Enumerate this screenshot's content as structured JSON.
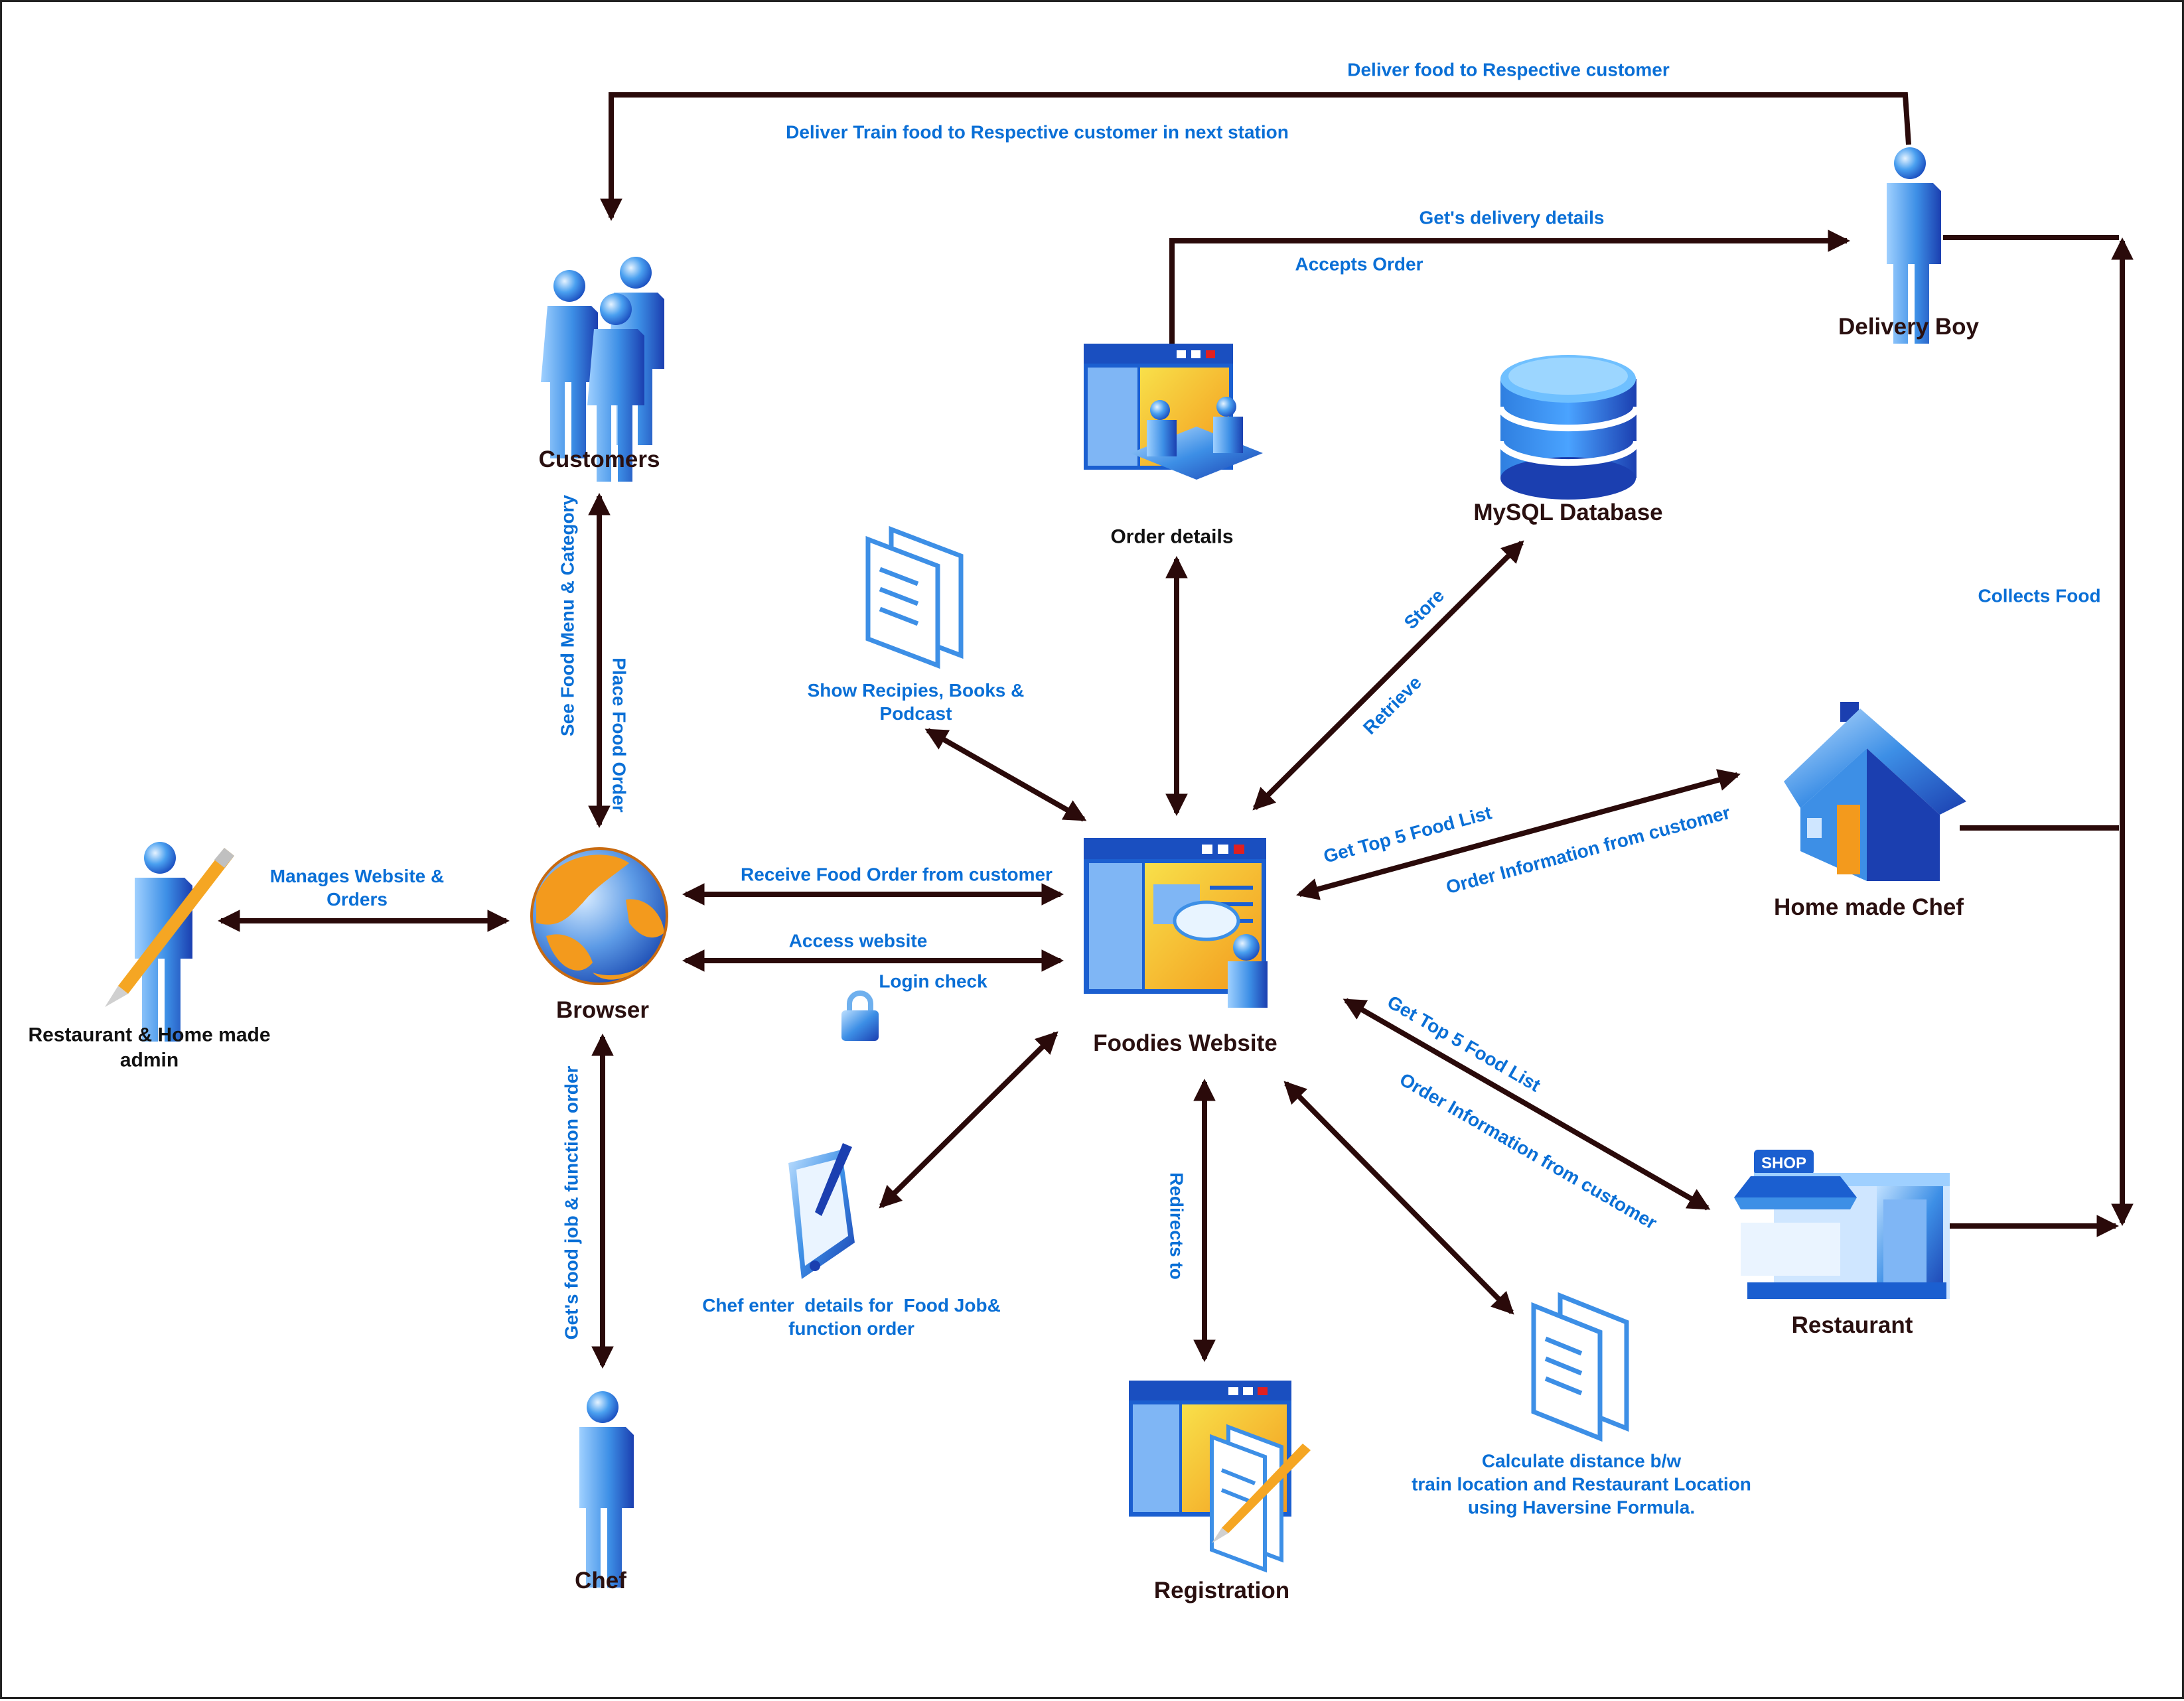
{
  "colors": {
    "arrow": "#2a0a0a",
    "flow_text": "#0a6fd6",
    "node_text": "#2a1010",
    "icon_blue": "#3d8fe6",
    "icon_dark": "#1b3fb0",
    "screen_yellow": "#f6d233",
    "screen_orange": "#f39a1d"
  },
  "nodes": {
    "customers": "Customers",
    "delivery_boy": "Delivery Boy",
    "order_details": "Order details",
    "mysql_database": "MySQL Database",
    "admin": "Restaurant & Home made\nadmin",
    "browser": "Browser",
    "foodies_website": "Foodies Website",
    "home_made_chef": "Home made Chef",
    "restaurant": "Restaurant",
    "chef": "Chef",
    "registration": "Registration"
  },
  "flows": {
    "deliver_food": "Deliver food to Respective customer",
    "deliver_train_food": "Deliver Train food to Respective customer in next station",
    "gets_delivery_details": "Get's delivery details",
    "accepts_order": "Accepts Order",
    "see_food_menu": "See Food Menu & Category",
    "place_food_order": "Place Food Order",
    "show_recipes": "Show Recipies, Books &\nPodcast",
    "store": "Store",
    "retrieve": "Retrieve",
    "collects_food": "Collects Food",
    "manages_website": "Manages Website &\nOrders",
    "receive_food_order": "Receive Food Order from customer",
    "access_website": "Access website",
    "login_check": "Login check",
    "get_top5_chef": "Get Top 5 Food List",
    "order_info_chef": "Order Information from customer",
    "get_top5_restaurant": "Get Top 5 Food List",
    "order_info_restaurant": "Order Information from customer",
    "chef_enter_details": "Chef enter  details for  Food Job&\nfunction order",
    "gets_food_job": "Get's food job & function order",
    "redirects_to": "Redirects to",
    "calculate_distance": "Calculate distance b/w\ntrain location and Restaurant Location\nusing Haversine Formula."
  },
  "icons": {
    "customers": "people-group-icon",
    "delivery_boy": "person-icon",
    "order_details": "order-window-icon",
    "mysql_database": "database-icon",
    "recipes": "documents-icon",
    "admin": "person-with-pencil-icon",
    "browser": "globe-icon",
    "foodies_website": "website-window-icon",
    "home_made_chef": "house-icon",
    "restaurant": "shop-icon",
    "chef": "person-icon",
    "tablet": "tablet-pen-icon",
    "registration": "registration-window-icon",
    "distance_docs": "documents-icon",
    "lock": "lock-icon",
    "shop_sign": "SHOP"
  }
}
